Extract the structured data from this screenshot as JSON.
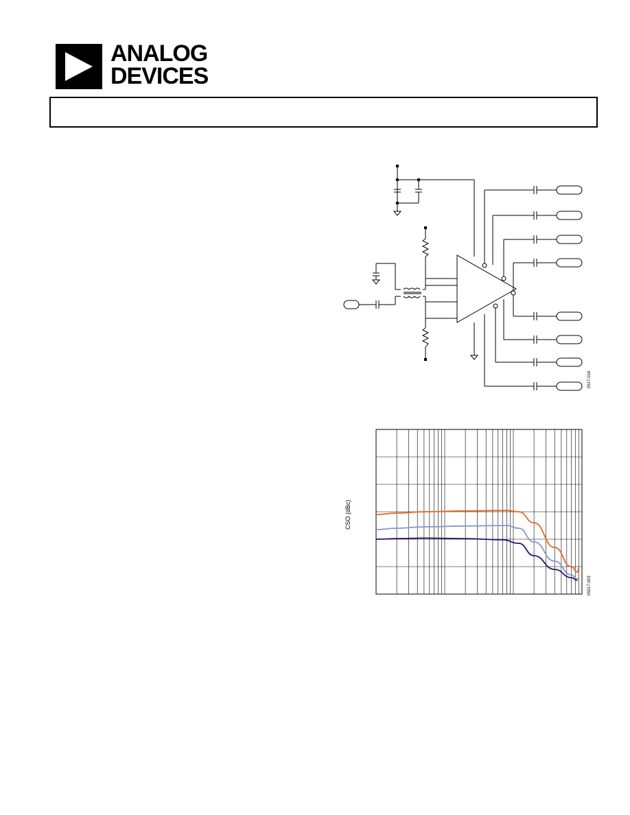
{
  "brand": {
    "name_line1": "ANALOG",
    "name_line2": "DEVICES"
  },
  "schematic": {
    "figure_id": "0517-016"
  },
  "chart_data": {
    "type": "line",
    "title": "",
    "xlabel": "",
    "ylabel": "CSO (dBc)",
    "figure_id": "05017-003",
    "x_scale": "log",
    "xlim": [
      1,
      1000
    ],
    "ylim": [
      0,
      6
    ],
    "grid": true,
    "x_gridlines": [
      1,
      2,
      3,
      4,
      5,
      6,
      7,
      8,
      9,
      10,
      20,
      30,
      40,
      50,
      60,
      70,
      80,
      90,
      100,
      200,
      300,
      400,
      500,
      600,
      700,
      800,
      900,
      1000
    ],
    "y_gridlines": [
      1,
      2,
      3,
      4,
      5
    ],
    "series": [
      {
        "color": "#e8641e",
        "points": [
          [
            1,
            2.9
          ],
          [
            2,
            2.95
          ],
          [
            5,
            3.0
          ],
          [
            20,
            3.03
          ],
          [
            80,
            3.05
          ],
          [
            120,
            3.0
          ],
          [
            200,
            2.6
          ],
          [
            400,
            1.7
          ],
          [
            700,
            1.0
          ],
          [
            860,
            0.8
          ],
          [
            900,
            0.95
          ]
        ]
      },
      {
        "color": "#8099c6",
        "points": [
          [
            1,
            2.35
          ],
          [
            2,
            2.4
          ],
          [
            5,
            2.45
          ],
          [
            20,
            2.48
          ],
          [
            80,
            2.5
          ],
          [
            120,
            2.4
          ],
          [
            200,
            1.9
          ],
          [
            400,
            1.2
          ],
          [
            700,
            0.7
          ],
          [
            860,
            0.55
          ],
          [
            900,
            0.6
          ]
        ]
      },
      {
        "color": "#2b1468",
        "points": [
          [
            1,
            2.0
          ],
          [
            2,
            2.02
          ],
          [
            5,
            2.04
          ],
          [
            20,
            2.02
          ],
          [
            70,
            1.98
          ],
          [
            120,
            1.85
          ],
          [
            200,
            1.4
          ],
          [
            400,
            0.9
          ],
          [
            700,
            0.6
          ],
          [
            860,
            0.5
          ]
        ]
      }
    ]
  }
}
